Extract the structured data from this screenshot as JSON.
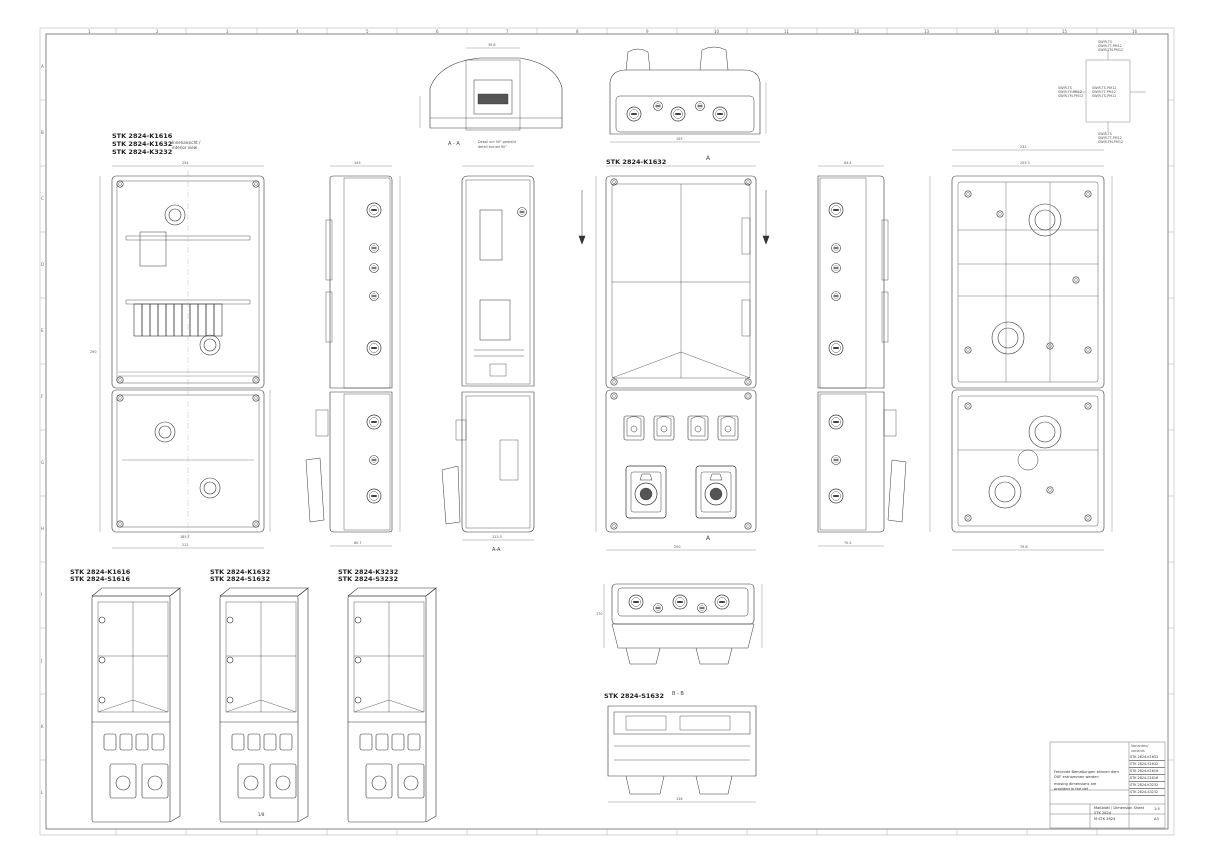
{
  "drawing": {
    "views": {
      "main_title_lines": [
        "STK 2824-K1616",
        "STK 2824-K1632",
        "STK 2824-K3232"
      ],
      "interior_view_label": [
        "Innenansicht /",
        "interior view"
      ],
      "center_front_title": "STK 2824-K1632",
      "section_marker": "A",
      "section_label_top": "A - A",
      "detail_note": [
        "Detail um 90° gedreht",
        "detail turned 90°"
      ],
      "section_label_bottom": "A-A",
      "iso_titles": [
        [
          "STK 2824-K1616",
          "STK 2824-S1616"
        ],
        [
          "STK 2824-K1632",
          "STK 2824-S1632"
        ],
        [
          "STK 2824-K3232",
          "STK 2824-S3232"
        ]
      ],
      "bottom_center_title": "STK 2824-S1632",
      "section_b_label": "B - B",
      "page_counter": "1/8"
    },
    "frame_zones_top": [
      "1",
      "2",
      "3",
      "4",
      "5",
      "6",
      "7",
      "8",
      "9",
      "10",
      "11",
      "12",
      "13",
      "14",
      "15",
      "16"
    ],
    "frame_zones_side": [
      "A",
      "B",
      "C",
      "D",
      "E",
      "F",
      "G",
      "H",
      "I",
      "J",
      "K",
      "L"
    ],
    "wiring_block": {
      "rows": [
        "SWIR-TS",
        "SWIR-TT-PM12",
        "SWIR-TM-PM12"
      ],
      "center_rows": [
        "SWIR-TS-PM12",
        "SWIR-TT-PM12",
        "SWIR-TS-PM12"
      ]
    },
    "dimensions": [
      "254",
      "212",
      "185.7",
      "143",
      "290",
      "60.7",
      "123.3",
      "155",
      "250",
      "64.4",
      "70.5",
      "232",
      "255.3",
      "79.8",
      "136",
      "170",
      "39.6"
    ],
    "variants": {
      "header": [
        "Varianten/",
        "variants"
      ],
      "items": [
        "STK 2824-K1632",
        "STK 2824-S1632",
        "STK 2824-K1616",
        "STK 2824-S1616",
        "STK 2824-K3232",
        "STK 2824-S3232"
      ]
    },
    "title_block": {
      "note_de": "Fehlende Bemaßungen können dem",
      "note_de_2": "DXF entnommen werden",
      "note_en": "missing dimensions are",
      "note_en_2": "provided in the dxf",
      "sheet_title": "Maßblatt / Dimension Sheet",
      "series": "STK 2824",
      "doc_number": "M STK 2824",
      "scale": "1:5",
      "format": "A3"
    }
  }
}
